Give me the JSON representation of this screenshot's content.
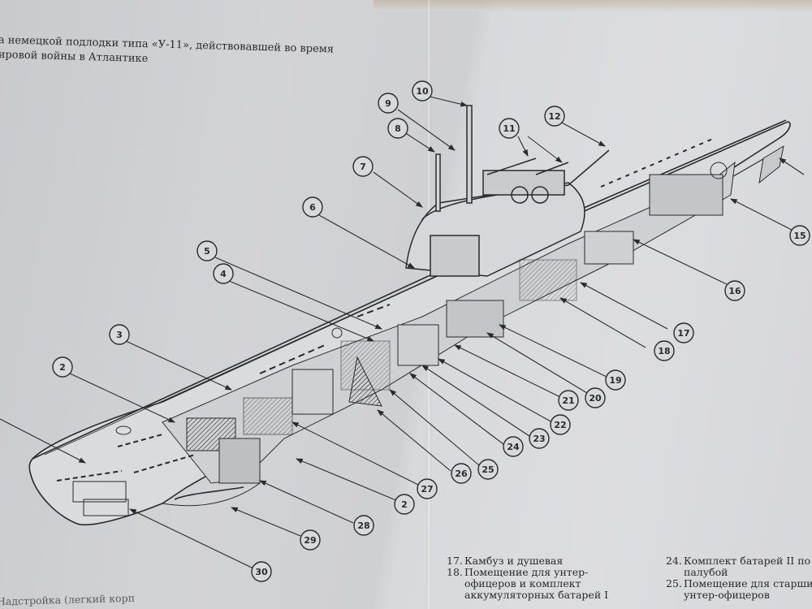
{
  "caption": {
    "line1": "а немецкой подлодки типа «У-11», действовавшей во время",
    "line2": "ировой войны в Атлантике"
  },
  "callouts": [
    "2",
    "3",
    "4",
    "5",
    "6",
    "7",
    "8",
    "9",
    "10",
    "11",
    "12",
    "15",
    "16",
    "17",
    "18",
    "19",
    "20",
    "21",
    "22",
    "23",
    "24",
    "25",
    "26",
    "27",
    "2",
    "28",
    "29",
    "30"
  ],
  "legend_left": [
    {
      "num": "17.",
      "lines": [
        "Камбуз и душевая"
      ]
    },
    {
      "num": "18.",
      "lines": [
        "Помещение для унтер-",
        "офицеров и комплект",
        "аккумуляторных батарей I"
      ]
    }
  ],
  "legend_right": [
    {
      "num": "24.",
      "lines": [
        "Комплект батарей II по",
        "палубой"
      ]
    },
    {
      "num": "25.",
      "lines": [
        "Помещение для старши",
        "унтер-офицеров"
      ]
    }
  ],
  "bottom_fragment": "Надстройка (легкий корп",
  "colors": {
    "paper": "#d4d5d8",
    "ink": "#2b2b2d"
  }
}
